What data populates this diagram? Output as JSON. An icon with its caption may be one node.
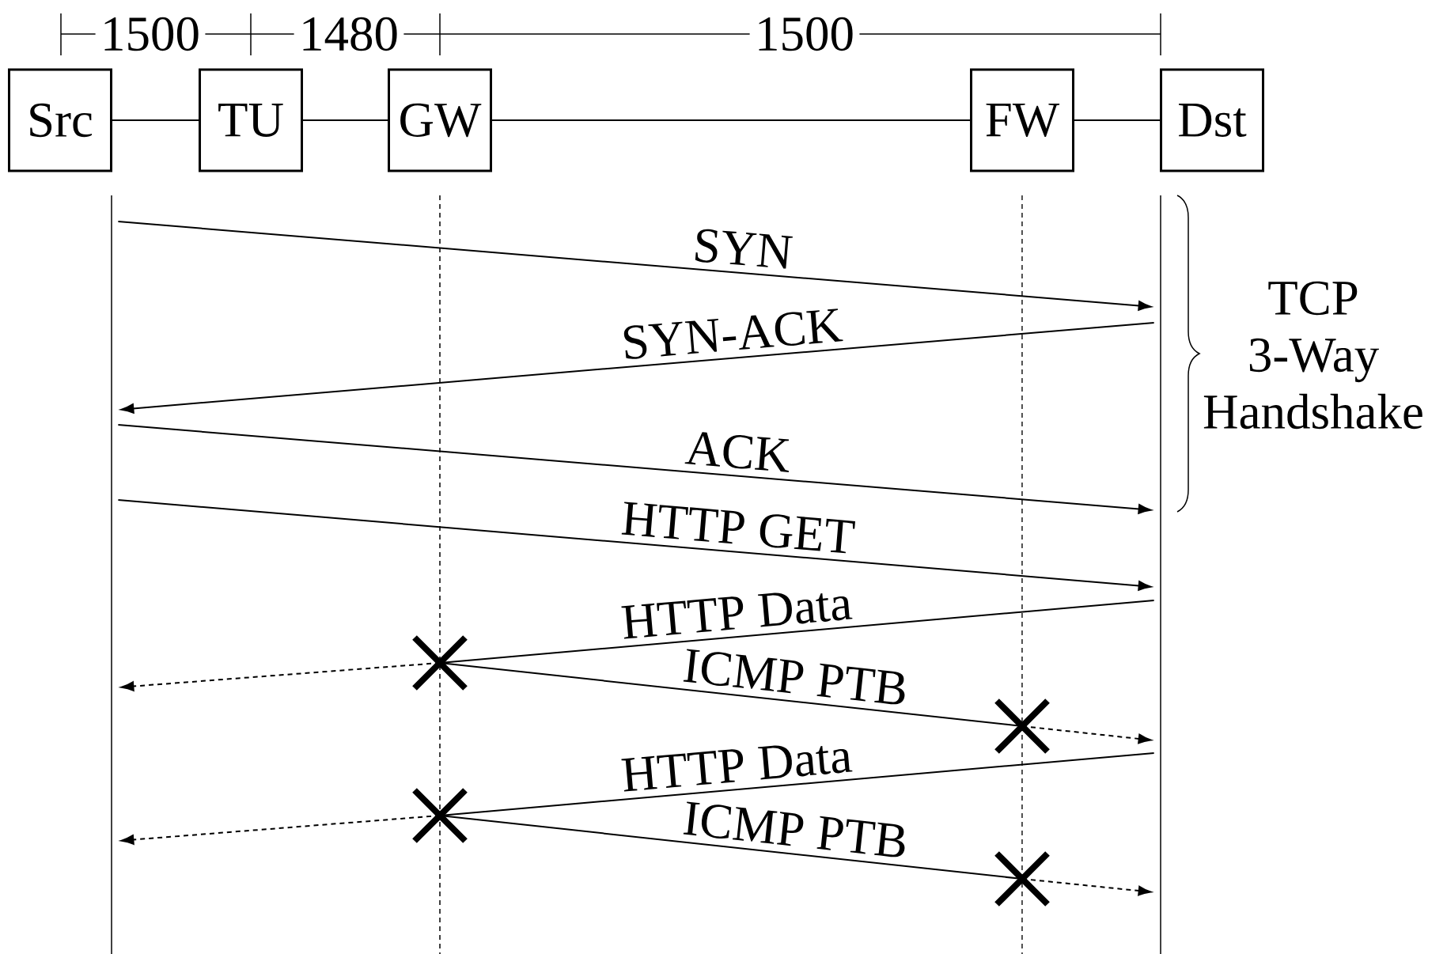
{
  "diagram": {
    "nodes": [
      {
        "text": [
          "Src"
        ]
      },
      {
        "text": [
          "TU"
        ]
      },
      {
        "text": [
          "GW"
        ]
      },
      {
        "text": [
          "FW"
        ]
      },
      {
        "text": [
          "Dst"
        ]
      },
      {
        "text": [],
        "shape": "line"
      },
      {
        "text": [],
        "shape": "line"
      },
      {
        "text": [],
        "shape": "line"
      },
      {
        "text": [],
        "shape": "line"
      },
      {
        "text": [],
        "shape": "cross"
      },
      {
        "text": [],
        "shape": "cross"
      },
      {
        "text": [],
        "shape": "cross"
      },
      {
        "text": [],
        "shape": "cross"
      }
    ],
    "edges": [
      {
        "from": 0,
        "to": 1,
        "arrow": "none"
      },
      {
        "from": 1,
        "to": 2,
        "arrow": "none"
      },
      {
        "from": 2,
        "to": 3,
        "arrow": "none"
      },
      {
        "from": 3,
        "to": 4,
        "arrow": "none"
      },
      {
        "from": 5,
        "to": 8,
        "arrow": "to",
        "label": "SYN"
      },
      {
        "from": 8,
        "to": 5,
        "arrow": "to",
        "label": "SYN-ACK"
      },
      {
        "from": 5,
        "to": 8,
        "arrow": "to",
        "label": "ACK"
      },
      {
        "from": 5,
        "to": 8,
        "arrow": "to",
        "label": "HTTP GET"
      },
      {
        "from": 8,
        "to": 9,
        "arrow": "none",
        "label": "HTTP Data"
      },
      {
        "from": 9,
        "to": 5,
        "arrow": "to",
        "style": "dashed"
      },
      {
        "from": 9,
        "to": 10,
        "arrow": "none",
        "label": "ICMP PTB"
      },
      {
        "from": 10,
        "to": 8,
        "arrow": "to",
        "style": "dashed"
      },
      {
        "from": 8,
        "to": 11,
        "arrow": "none",
        "label": "HTTP Data"
      },
      {
        "from": 11,
        "to": 5,
        "arrow": "to",
        "style": "dashed"
      },
      {
        "from": 11,
        "to": 12,
        "arrow": "none",
        "label": "ICMP PTB"
      },
      {
        "from": 12,
        "to": 8,
        "arrow": "to",
        "style": "dashed"
      }
    ],
    "labels": [
      "1500",
      "1480",
      "1500",
      "TCP 3-Way Handshake"
    ]
  }
}
